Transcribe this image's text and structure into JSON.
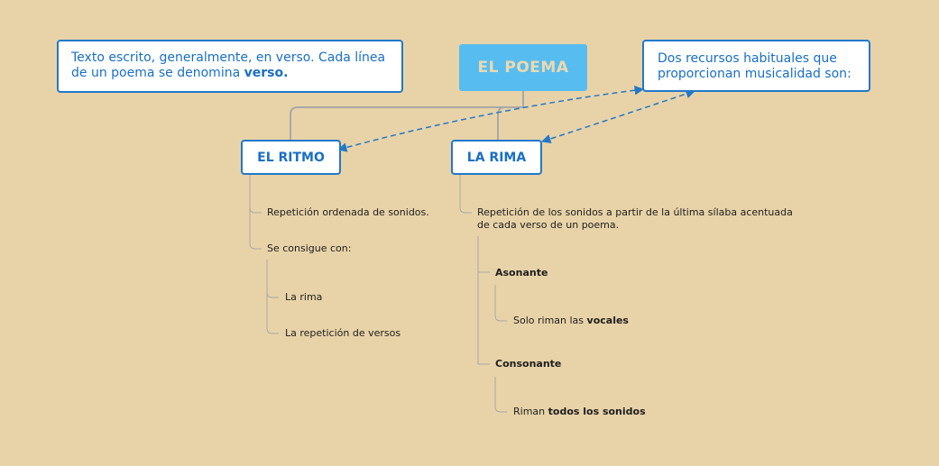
{
  "root": {
    "label": "EL POEMA"
  },
  "notes": {
    "definition": {
      "text_before": "Texto escrito, generalmente, en verso. Cada línea de un poema se denomina ",
      "text_bold": "verso."
    },
    "resources": {
      "text": "Dos recursos habituales que proporcionan musicalidad son:"
    }
  },
  "ritmo": {
    "label": "EL RITMO",
    "definition": "Repetición ordenada de sonidos.",
    "achieved_with": "Se consigue con:",
    "items": [
      "La rima",
      "La repetición de versos"
    ]
  },
  "rima": {
    "label": "LA RIMA",
    "definition_line1": "Repetición de los sonidos a partir de la última sílaba acentuada",
    "definition_line2": "de cada verso de un poema.",
    "asonante": {
      "label": "Asonante",
      "text_before": "Solo riman las ",
      "text_bold": "vocales"
    },
    "consonante": {
      "label": "Consonante",
      "text_before": "Riman ",
      "text_bold": "todos los sonidos"
    }
  },
  "colors": {
    "background": "#e8d3a8",
    "root_fill": "#57bdf0",
    "root_text": "#ecd9b0",
    "accent": "#2378c8",
    "connector": "#a9a9a9"
  }
}
